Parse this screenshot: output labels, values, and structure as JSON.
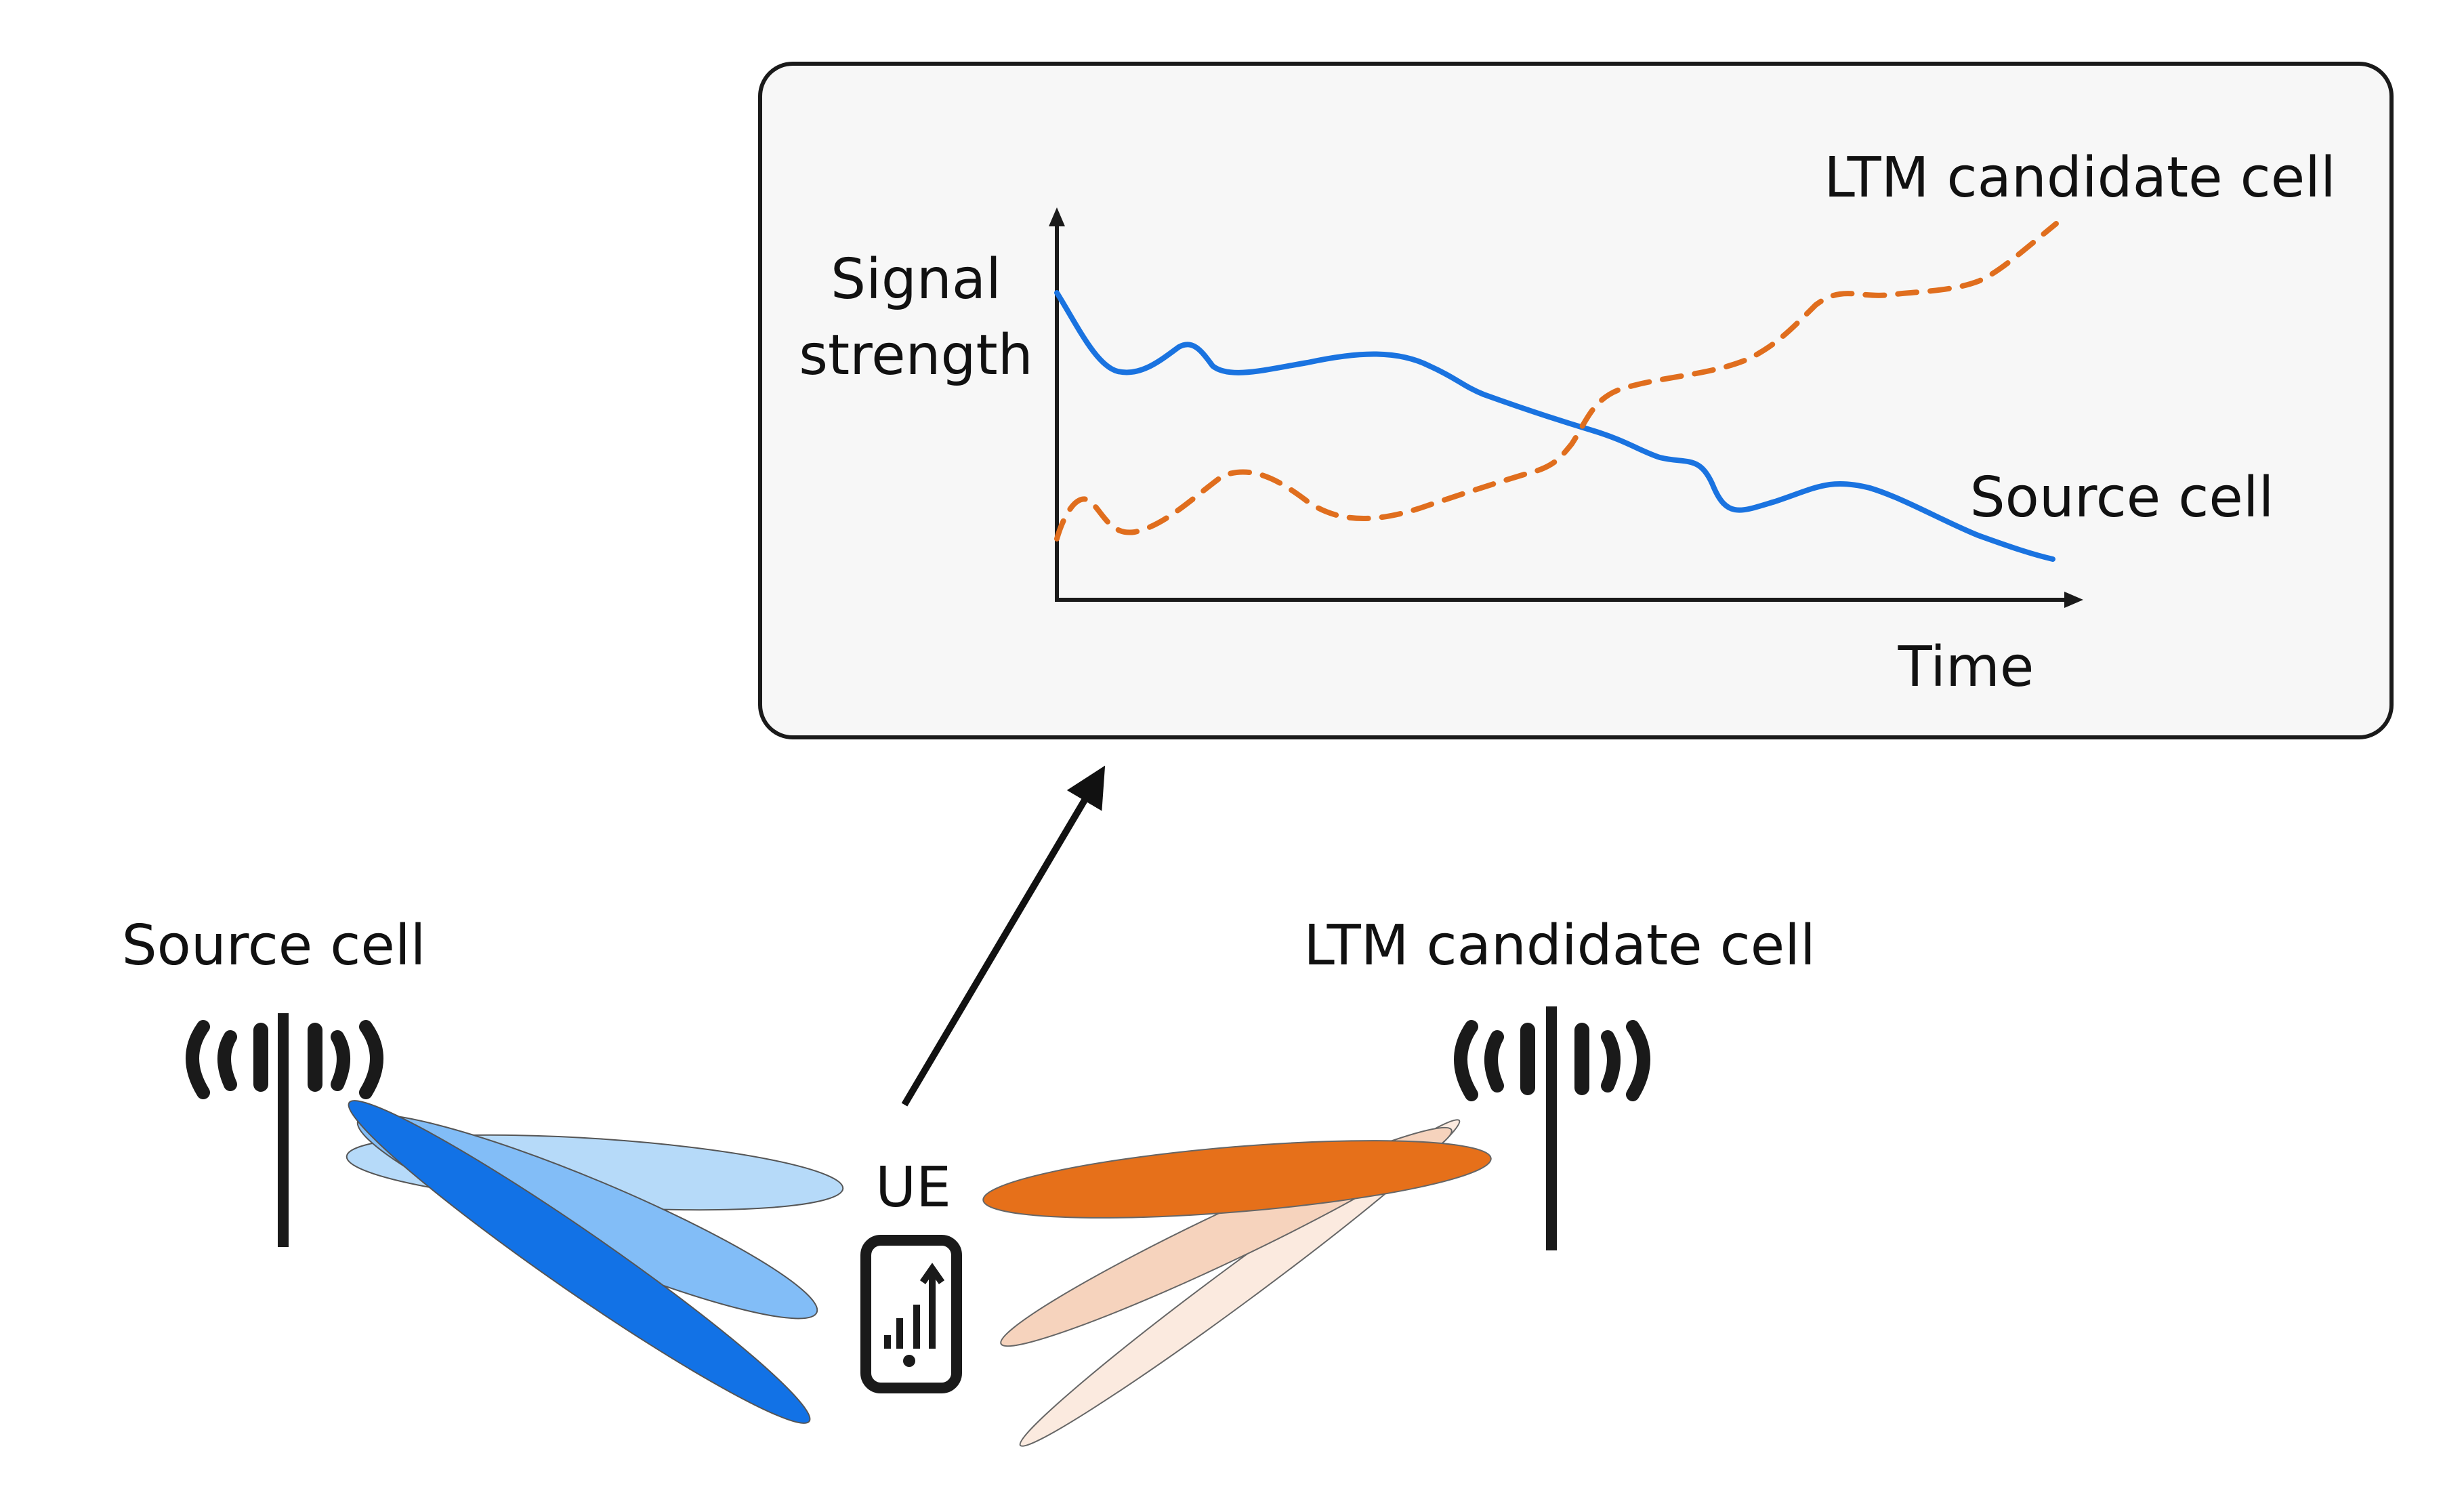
{
  "chart": {
    "y_label_line1": "Signal",
    "y_label_line2": "strength",
    "x_label": "Time",
    "series": [
      {
        "name": "Source cell",
        "color": "#1a73e0",
        "style": "solid"
      },
      {
        "name": "LTM candidate cell",
        "color": "#e06e1e",
        "style": "dashed"
      }
    ]
  },
  "diagram": {
    "source_cell_label": "Source cell",
    "candidate_cell_label": "LTM candidate cell",
    "ue_label": "UE",
    "colors": {
      "source_beam_dark": "#1272e6",
      "source_beam_mid": "#82bdf7",
      "source_beam_light": "#b6daf9",
      "candidate_beam_dark": "#e6701a",
      "candidate_beam_mid": "#f6d3bd",
      "candidate_beam_light": "#fbeadf",
      "panel_fill": "#f7f7f7"
    },
    "icons": [
      "antenna-icon",
      "phone-signal-icon"
    ]
  }
}
